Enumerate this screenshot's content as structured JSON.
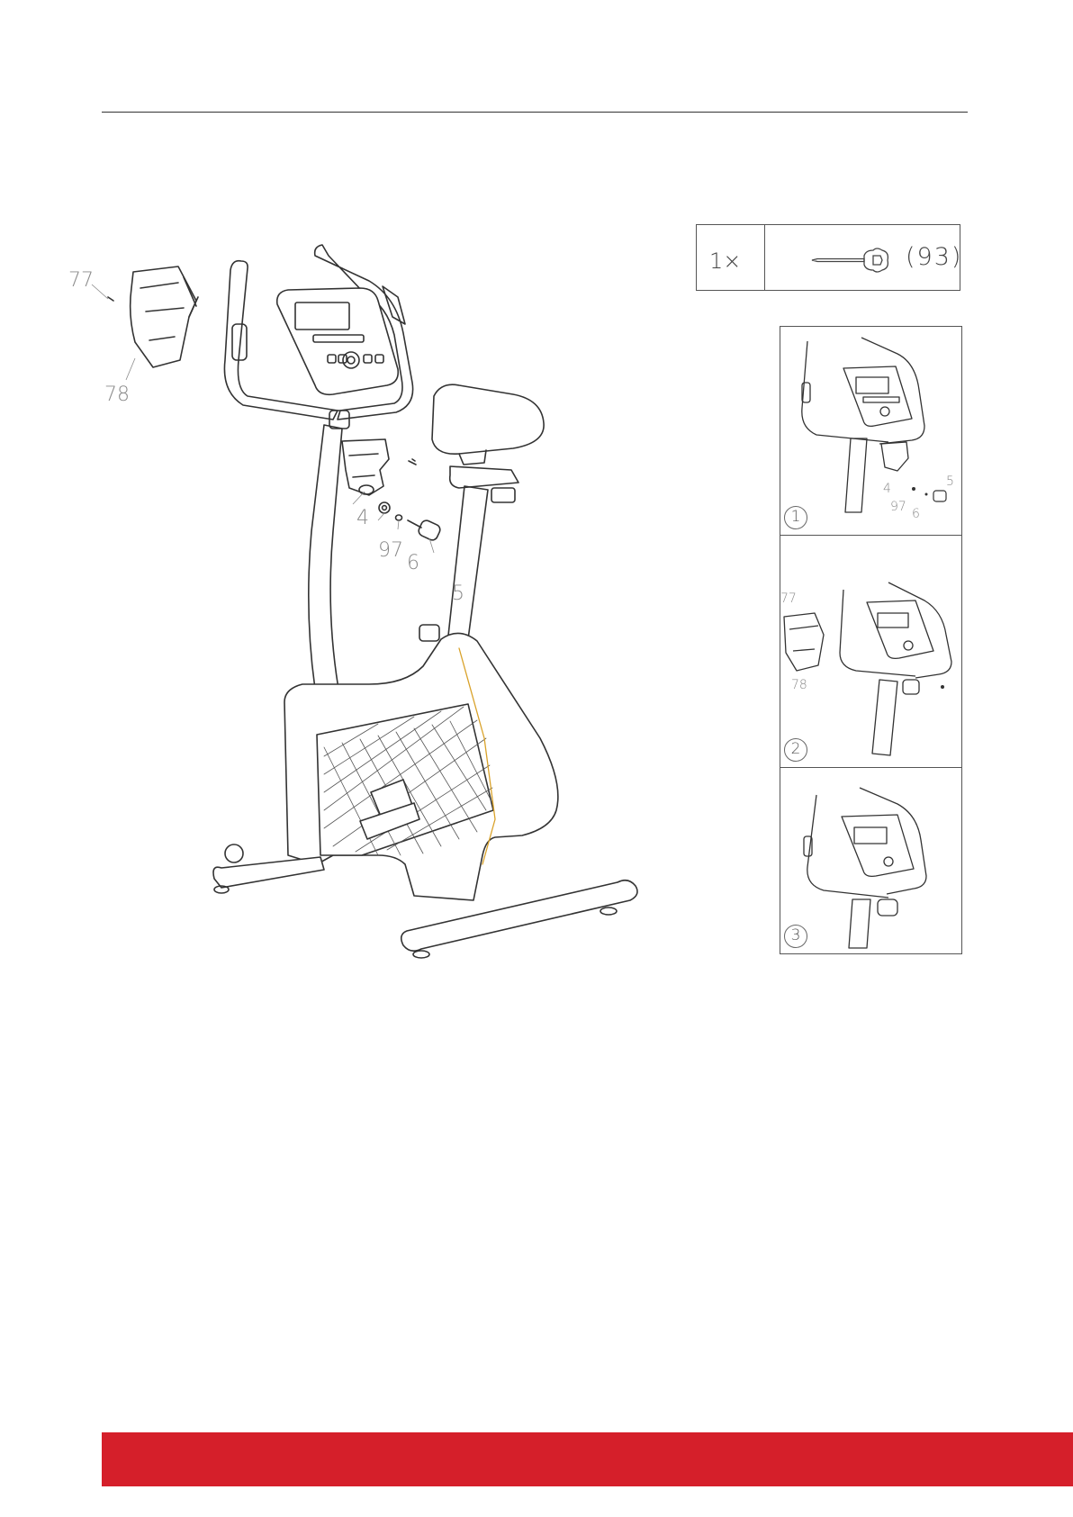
{
  "tool": {
    "quantity": "1×",
    "part_number": "(93)",
    "icon": "allen-key-wrench-icon"
  },
  "main_callouts": {
    "part_77": "77",
    "part_78": "78",
    "part_4": "4",
    "part_97": "97",
    "part_6": "6",
    "part_5": "5"
  },
  "steps": [
    {
      "number": "1",
      "callouts": [
        "4",
        "97",
        "6",
        "5"
      ]
    },
    {
      "number": "2",
      "callouts": [
        "77",
        "78"
      ]
    },
    {
      "number": "3",
      "callouts": []
    }
  ],
  "colors": {
    "footer_accent": "#d51f2a",
    "line_art": "#333333",
    "callout_text": "#8a8a8a",
    "highlight_trim": "#d9a22a"
  }
}
